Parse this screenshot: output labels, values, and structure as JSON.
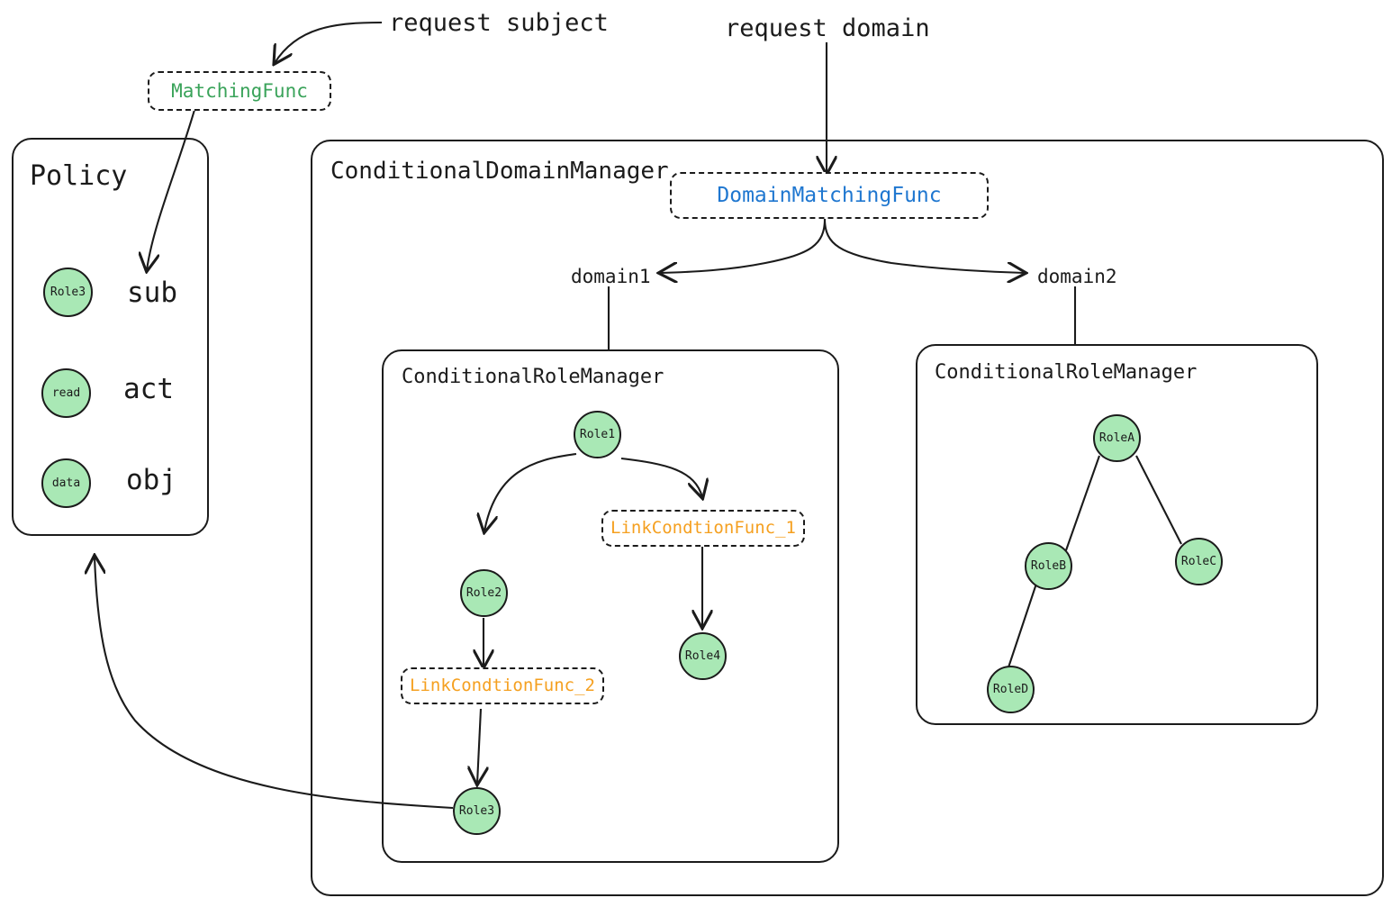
{
  "diagram": {
    "title_hidden": "Casbin ConditionalDomainManager RBAC structure",
    "colors": {
      "node_fill": "#a9e8b5",
      "stroke": "#1b1b1b",
      "matching_func_text": "#3aa35a",
      "domain_matching_func_text": "#1f77d0",
      "link_condition_func_text": "#f5a020",
      "background": "#ffffff"
    }
  },
  "annotations": {
    "request_subject": "request subject",
    "request_domain": "request domain",
    "domain1": "domain1",
    "domain2": "domain2"
  },
  "matching_func": {
    "label": "MatchingFunc"
  },
  "policy": {
    "title": "Policy",
    "rows": [
      {
        "node": "Role3",
        "field": "sub"
      },
      {
        "node": "read",
        "field": "act"
      },
      {
        "node": "data",
        "field": "obj"
      }
    ]
  },
  "conditional_domain_manager": {
    "title": "ConditionalDomainManager",
    "domain_matching_func": {
      "label": "DomainMatchingFunc"
    },
    "role_managers": [
      {
        "title": "ConditionalRoleManager",
        "domain": "domain1",
        "nodes": [
          {
            "id": "role1",
            "label": "Role1"
          },
          {
            "id": "role2",
            "label": "Role2"
          },
          {
            "id": "role3",
            "label": "Role3"
          },
          {
            "id": "role4",
            "label": "Role4"
          }
        ],
        "condition_funcs": [
          {
            "id": "lcf1",
            "label": "LinkCondtionFunc_1"
          },
          {
            "id": "lcf2",
            "label": "LinkCondtionFunc_2"
          }
        ],
        "edges": [
          {
            "from": "role1",
            "to": "role2",
            "arrow": true
          },
          {
            "from": "role1",
            "to": "lcf1",
            "arrow": true
          },
          {
            "from": "lcf1",
            "to": "role4",
            "arrow": true
          },
          {
            "from": "role2",
            "to": "lcf2",
            "arrow": true
          },
          {
            "from": "lcf2",
            "to": "role3",
            "arrow": true
          }
        ]
      },
      {
        "title": "ConditionalRoleManager",
        "domain": "domain2",
        "nodes": [
          {
            "id": "roleA",
            "label": "RoleA"
          },
          {
            "id": "roleB",
            "label": "RoleB"
          },
          {
            "id": "roleC",
            "label": "RoleC"
          },
          {
            "id": "roleD",
            "label": "RoleD"
          }
        ],
        "condition_funcs": [],
        "edges": [
          {
            "from": "roleA",
            "to": "roleB",
            "arrow": false
          },
          {
            "from": "roleA",
            "to": "roleC",
            "arrow": false
          },
          {
            "from": "roleB",
            "to": "roleD",
            "arrow": false
          }
        ]
      }
    ]
  }
}
